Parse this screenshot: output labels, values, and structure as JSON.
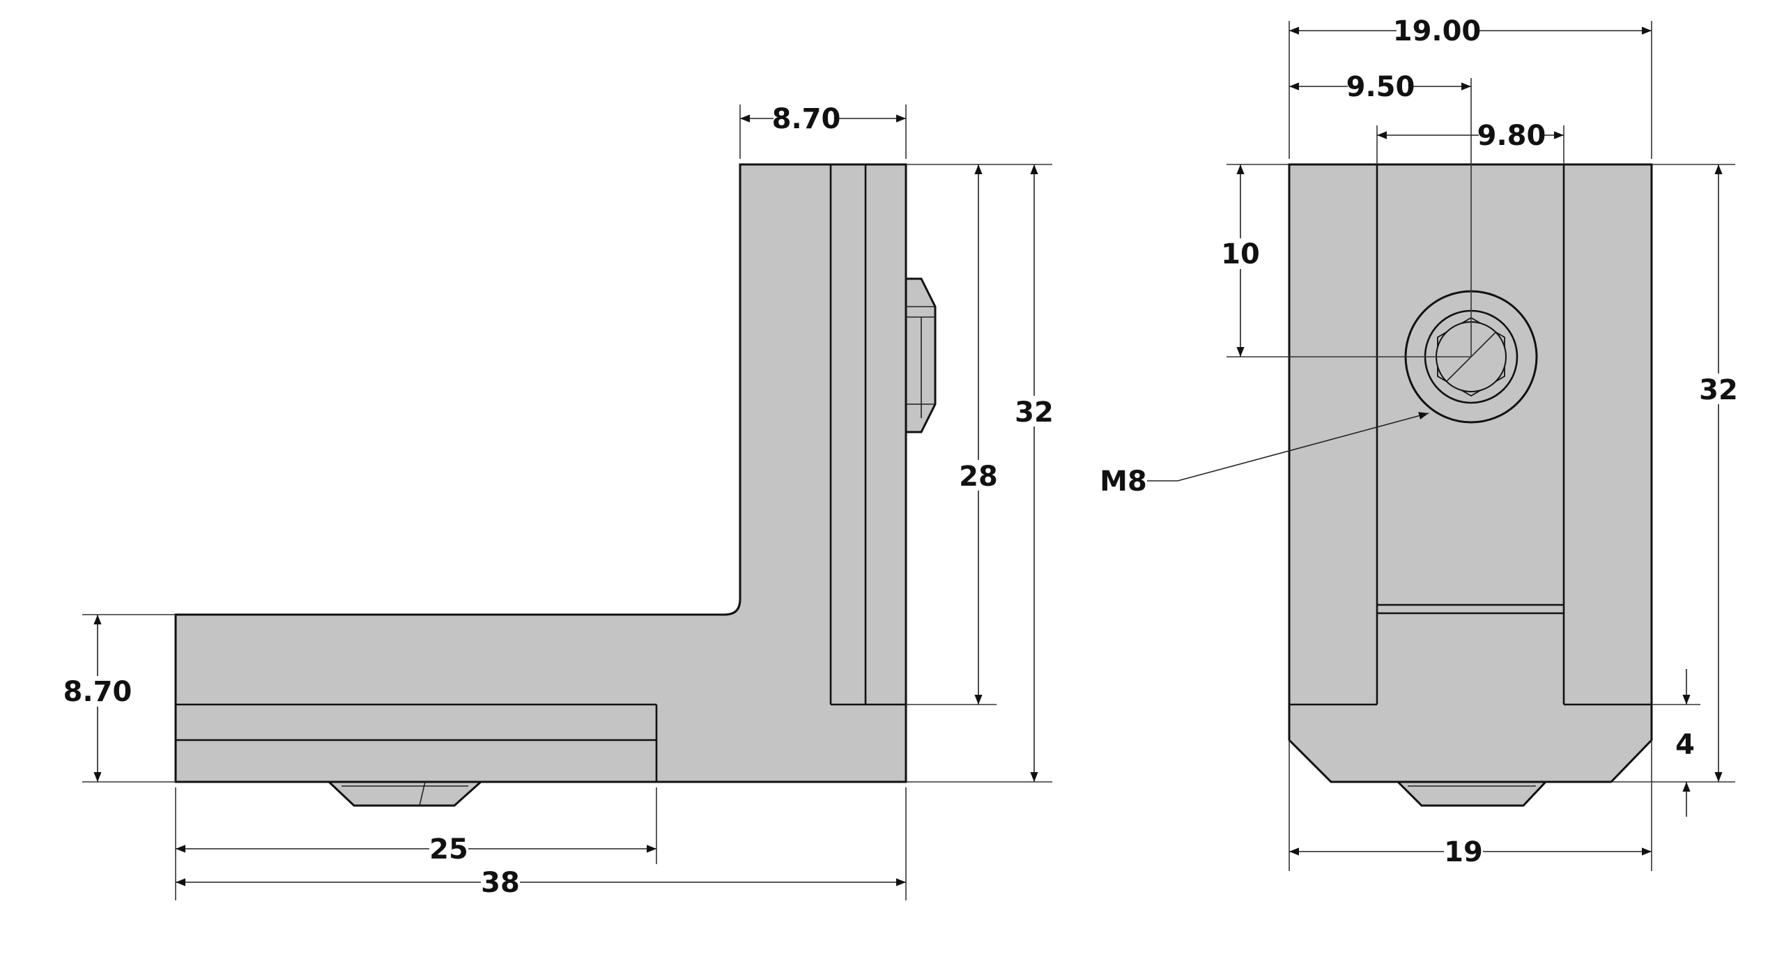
{
  "side_view": {
    "dims": {
      "top_width": "8.70",
      "inner_height": "28",
      "total_height": "32",
      "base_height": "8.70",
      "channel_length": "25",
      "total_length": "38"
    }
  },
  "front_view": {
    "dims": {
      "total_width": "19.00",
      "half_width": "9.50",
      "slot_width": "9.80",
      "hole_height": "10",
      "total_height": "32",
      "bottom_offset": "4",
      "base_width": "19"
    },
    "thread_callout": "M8"
  },
  "colors": {
    "part_fill": "#c4c4c4",
    "line": "#111111"
  }
}
